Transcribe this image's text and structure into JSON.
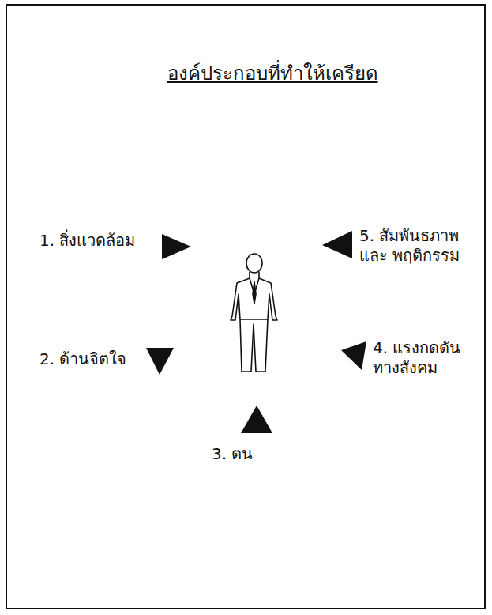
{
  "diagram": {
    "title": "องค์ประกอบที่ทำให้เครียด",
    "labels": [
      "1. สิ่งแวดล้อม",
      "2. ด้านจิตใจ",
      "3. ตน",
      "4. แรงกดดัน ทางสังคม",
      "5. สัมพันธภาพ และ พฤติกรรม"
    ]
  }
}
